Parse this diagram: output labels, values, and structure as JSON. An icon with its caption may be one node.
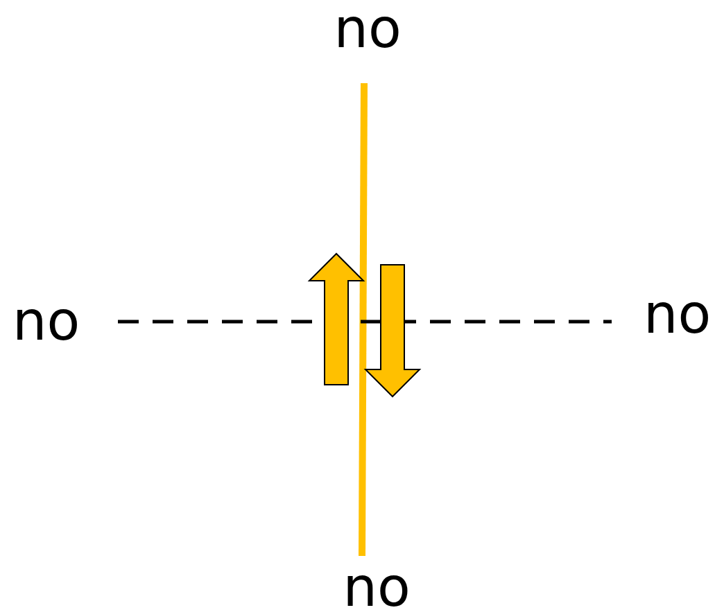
{
  "diagram": {
    "labels": [
      "no",
      "no",
      "no",
      "no"
    ]
  }
}
